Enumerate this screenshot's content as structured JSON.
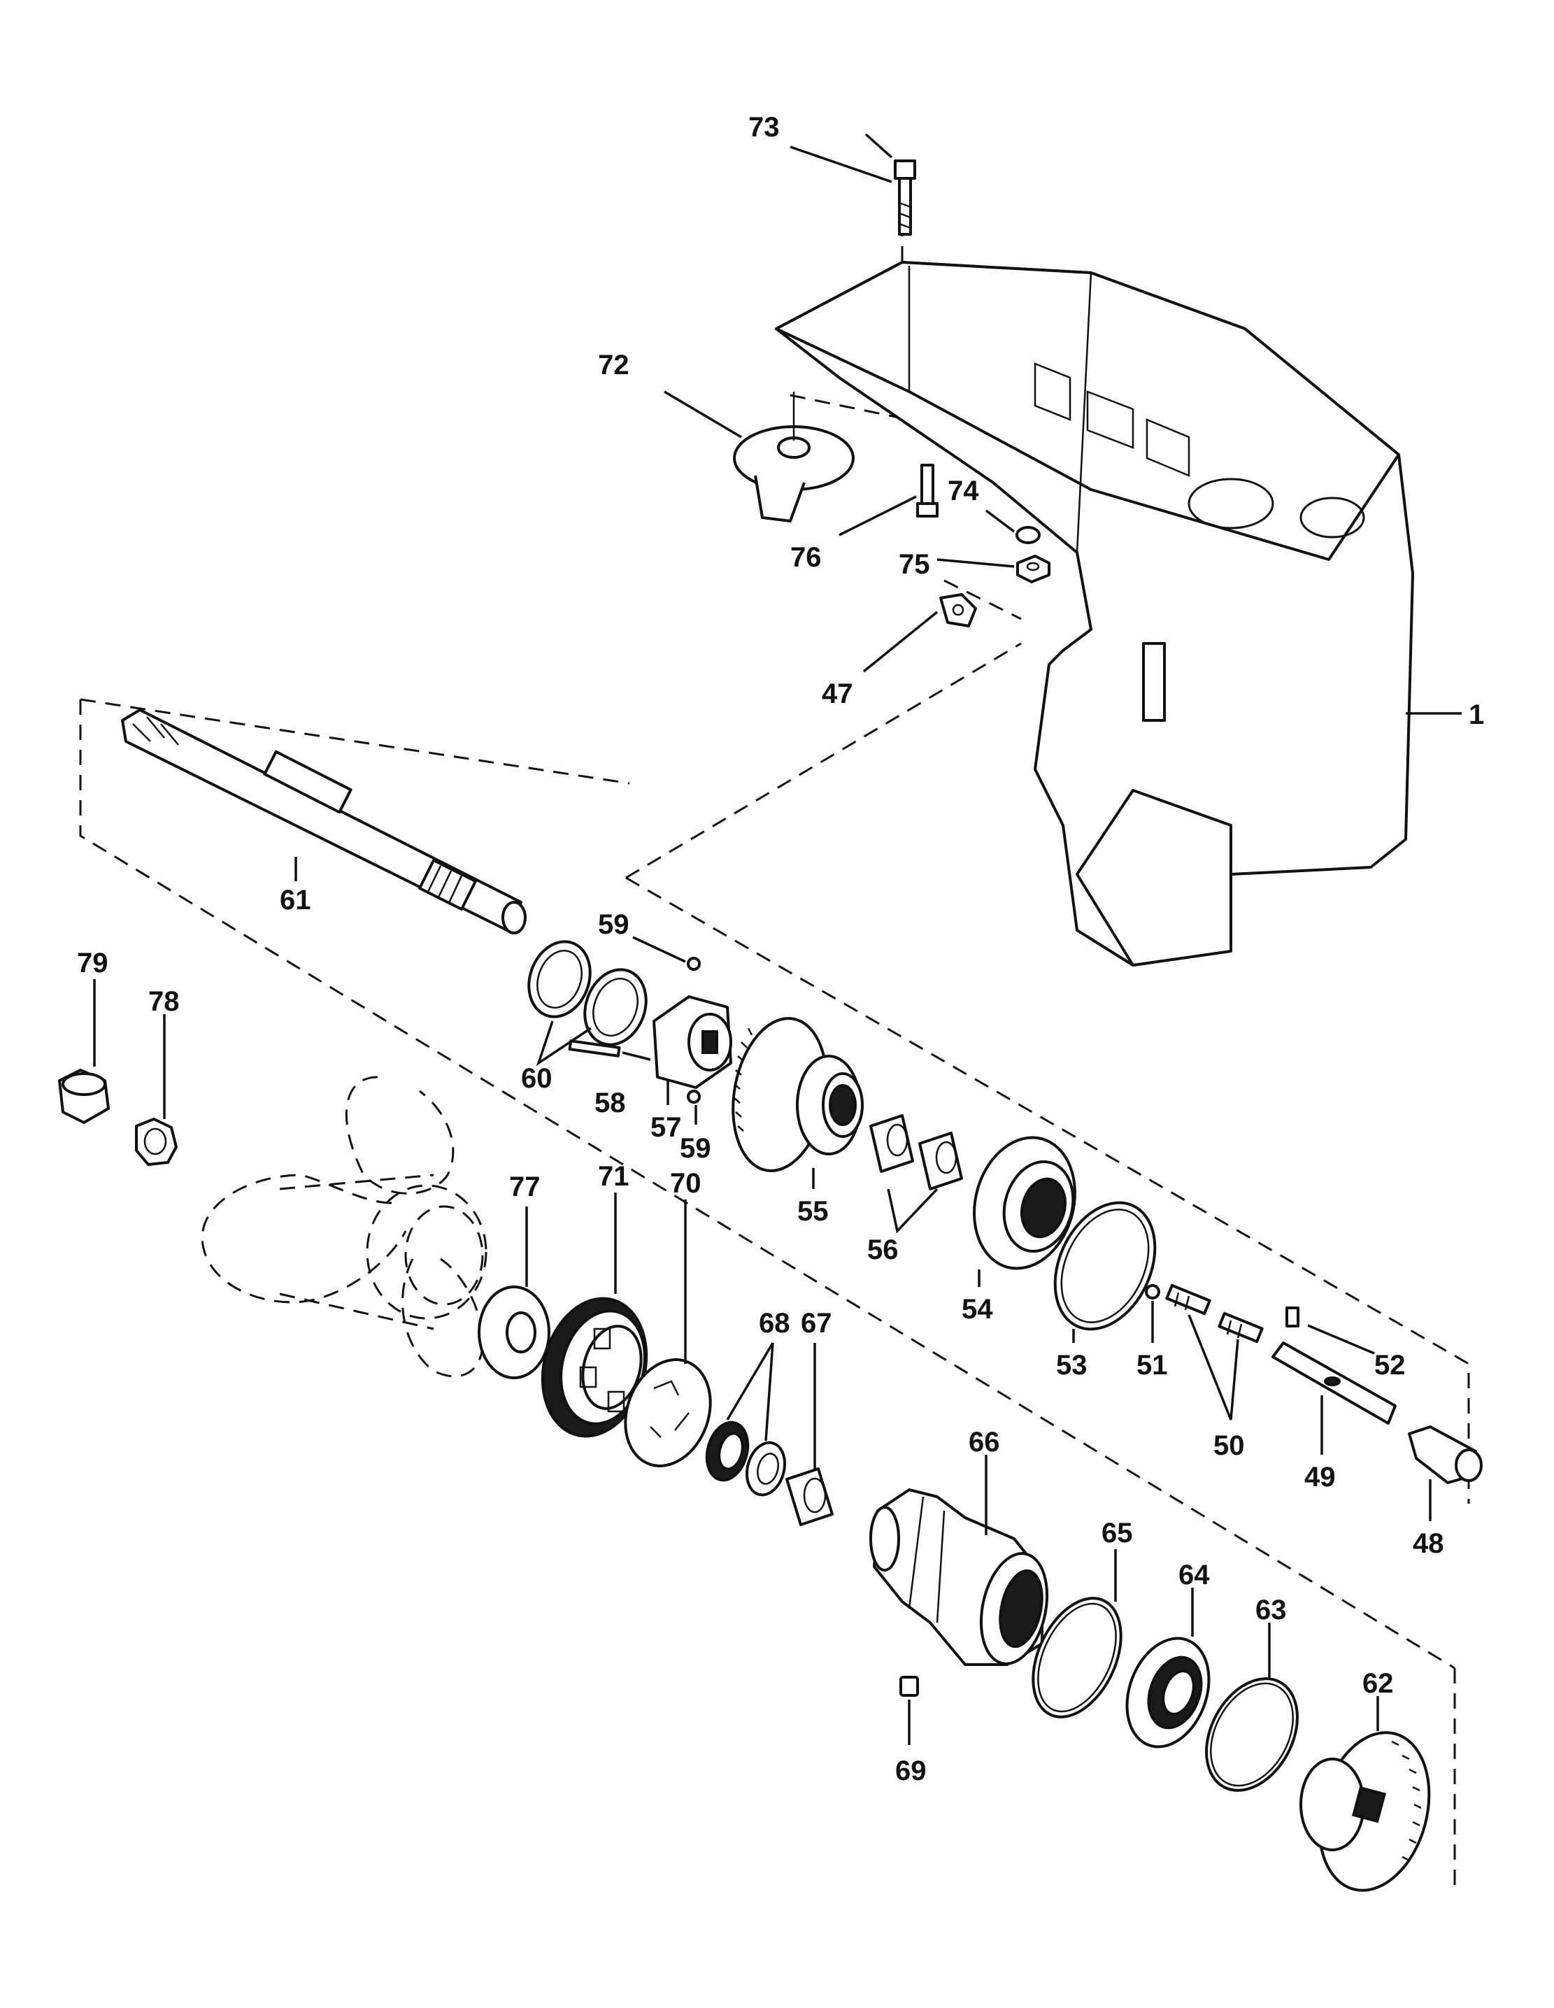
{
  "callouts": [
    {
      "id": "p1",
      "text": "1"
    },
    {
      "id": "p47",
      "text": "47"
    },
    {
      "id": "p48",
      "text": "48"
    },
    {
      "id": "p49",
      "text": "49"
    },
    {
      "id": "p50",
      "text": "50"
    },
    {
      "id": "p51",
      "text": "51"
    },
    {
      "id": "p52",
      "text": "52"
    },
    {
      "id": "p53",
      "text": "53"
    },
    {
      "id": "p54",
      "text": "54"
    },
    {
      "id": "p55",
      "text": "55"
    },
    {
      "id": "p56",
      "text": "56"
    },
    {
      "id": "p57",
      "text": "57"
    },
    {
      "id": "p58",
      "text": "58"
    },
    {
      "id": "p59a",
      "text": "59"
    },
    {
      "id": "p59b",
      "text": "59"
    },
    {
      "id": "p60",
      "text": "60"
    },
    {
      "id": "p61",
      "text": "61"
    },
    {
      "id": "p62",
      "text": "62"
    },
    {
      "id": "p63",
      "text": "63"
    },
    {
      "id": "p64",
      "text": "64"
    },
    {
      "id": "p65",
      "text": "65"
    },
    {
      "id": "p66",
      "text": "66"
    },
    {
      "id": "p67",
      "text": "67"
    },
    {
      "id": "p68",
      "text": "68"
    },
    {
      "id": "p69",
      "text": "69"
    },
    {
      "id": "p70",
      "text": "70"
    },
    {
      "id": "p71",
      "text": "71"
    },
    {
      "id": "p72",
      "text": "72"
    },
    {
      "id": "p73",
      "text": "73"
    },
    {
      "id": "p74",
      "text": "74"
    },
    {
      "id": "p75",
      "text": "75"
    },
    {
      "id": "p76",
      "text": "76"
    },
    {
      "id": "p77",
      "text": "77"
    },
    {
      "id": "p78",
      "text": "78"
    },
    {
      "id": "p79",
      "text": "79"
    }
  ]
}
